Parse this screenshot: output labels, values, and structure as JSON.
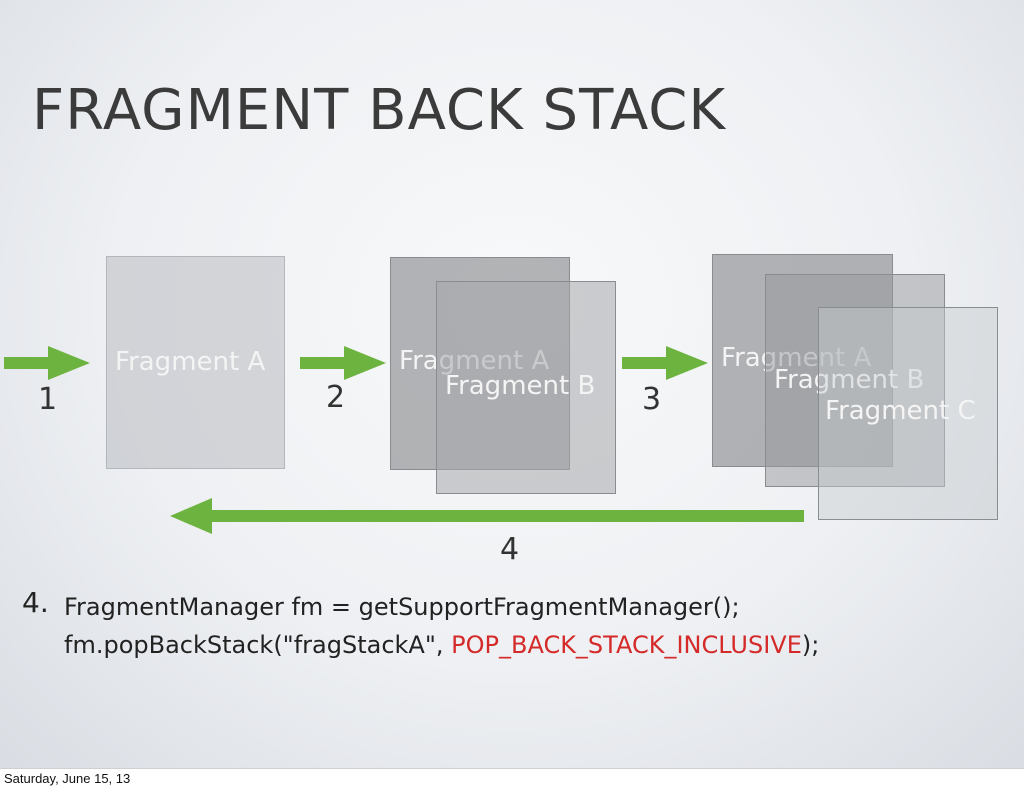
{
  "slide": {
    "title": "FRAGMENT BACK STACK"
  },
  "fragments": {
    "step1": [
      "Fragment A"
    ],
    "step2": [
      "Fragment A",
      "Fragment B"
    ],
    "step3": [
      "Fragment A",
      "Fragment B",
      "Fragment C"
    ]
  },
  "steps": {
    "s1": "1",
    "s2": "2",
    "s3": "3",
    "s4": "4"
  },
  "code": {
    "step_label": "4.",
    "line1": "FragmentManager fm = getSupportFragmentManager();",
    "line2_prefix": "fm.popBackStack(\"fragStackA\", ",
    "line2_flag": "POP_BACK_STACK_INCLUSIVE",
    "line2_suffix": ");"
  },
  "colors": {
    "arrow": "#6db33f",
    "flag": "#d42a2a"
  },
  "footer": {
    "date": "Saturday, June 15, 13"
  }
}
